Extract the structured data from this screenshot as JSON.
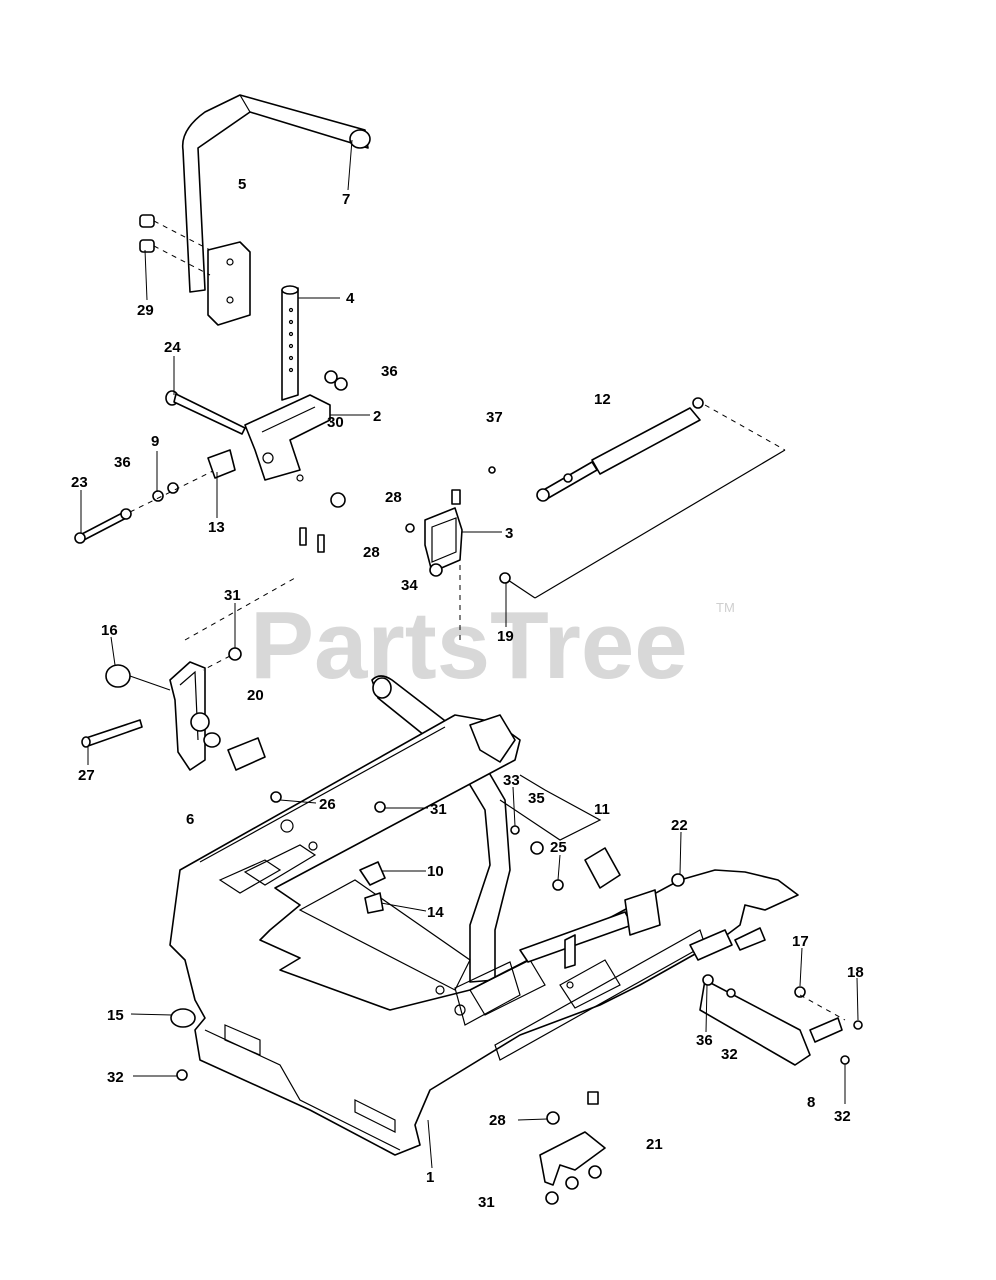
{
  "watermark": {
    "text": "PartsTree",
    "trademark": "TM",
    "color": "#d8d8d8"
  },
  "callouts": {
    "c5": "5",
    "c7": "7",
    "c29": "29",
    "c4": "4",
    "c24": "24",
    "c36a": "36",
    "c2": "2",
    "c12": "12",
    "c37": "37",
    "c30": "30",
    "c9": "9",
    "c36b": "36",
    "c23": "23",
    "c13": "13",
    "c28a": "28",
    "c3": "3",
    "c28b": "28",
    "c34": "34",
    "c19": "19",
    "c31a": "31",
    "c16": "16",
    "c20": "20",
    "c27": "27",
    "c26": "26",
    "c31b": "31",
    "c33": "33",
    "c35": "35",
    "c11": "11",
    "c6": "6",
    "c22": "22",
    "c25": "25",
    "c10": "10",
    "c14": "14",
    "c17": "17",
    "c18": "18",
    "c15": "15",
    "c36c": "36",
    "c32a": "32",
    "c32b": "32",
    "c8": "8",
    "c32c": "32",
    "c28c": "28",
    "c21": "21",
    "c1": "1",
    "c31c": "31"
  }
}
